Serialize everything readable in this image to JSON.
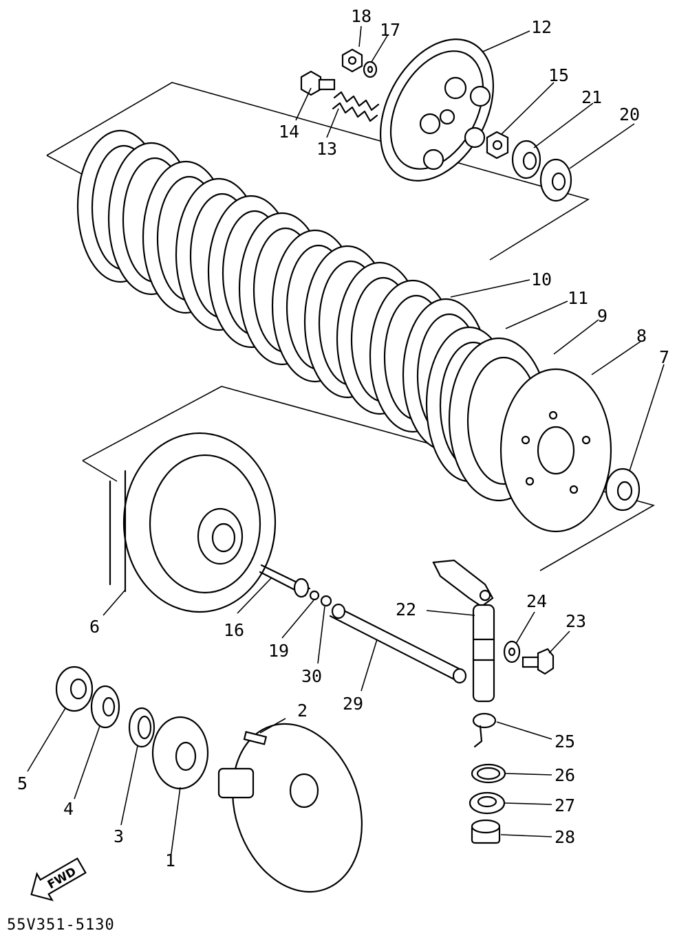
{
  "diagram": {
    "code": "55V351-5130",
    "direction_label": "FWD",
    "part_labels": [
      "1",
      "2",
      "3",
      "4",
      "5",
      "6",
      "7",
      "8",
      "9",
      "10",
      "11",
      "12",
      "13",
      "14",
      "15",
      "16",
      "17",
      "18",
      "19",
      "20",
      "21",
      "22",
      "23",
      "24",
      "25",
      "26",
      "27",
      "28",
      "29",
      "30"
    ]
  }
}
